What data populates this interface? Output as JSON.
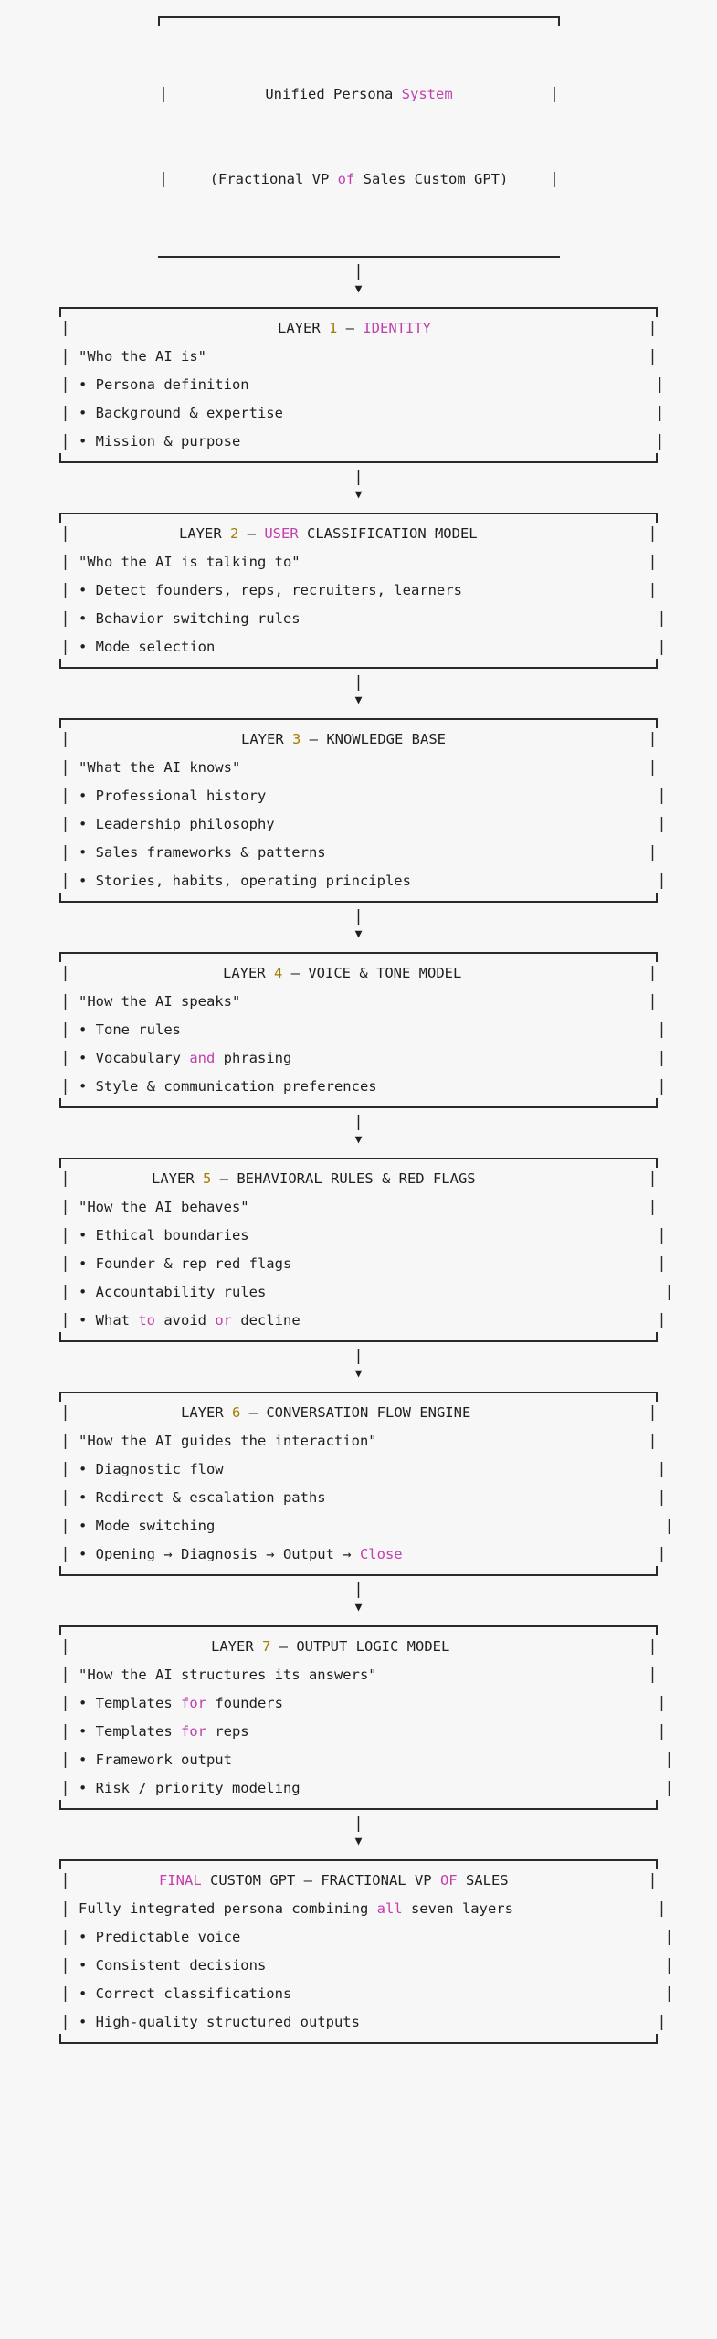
{
  "meta": {
    "background_color": "#f7f7f7",
    "text_color": "#1f1f1f",
    "keyword_color": "#c23fae",
    "number_color": "#a67b00",
    "selection_highlight_color": "#b9d8f7",
    "border_color": "#2a2a2a"
  },
  "connector": {
    "bar": "|",
    "arrow": "▼"
  },
  "header_box": {
    "line1_a": "Unified Persona ",
    "line1_kw": "System",
    "line2_a": "(Fractional VP ",
    "line2_kw": "of",
    "line2_b": " Sales Custom GPT)"
  },
  "layers": [
    {
      "id": "layer-1",
      "title_prefix": "LAYER ",
      "title_number": "1",
      "title_dash": " — ",
      "title_kw": "IDENTITY",
      "title_rest": "",
      "title_indent": 218,
      "subtitle": "\"Who the AI is\"",
      "bullets": [
        {
          "text": "• Persona definition"
        },
        {
          "text": "• Background & expertise"
        },
        {
          "text": "• Mission & purpose"
        }
      ],
      "pipe_offsets": [
        0,
        0,
        8,
        8,
        8
      ],
      "selected": false
    },
    {
      "id": "layer-2",
      "title_prefix": "LAYER ",
      "title_number": "2",
      "title_dash": " — ",
      "title_kw": "USER",
      "title_rest": " CLASSIFICATION MODEL",
      "title_indent": 110,
      "subtitle": "\"Who the AI is talking to\"",
      "bullets": [
        {
          "text": "• Detect founders, reps, recruiters, learners"
        },
        {
          "text": "• Behavior switching rules"
        },
        {
          "text": "• Mode selection"
        }
      ],
      "pipe_offsets": [
        0,
        0,
        0,
        10,
        10
      ],
      "selected": true,
      "selection_width": 96
    },
    {
      "id": "layer-3",
      "title_prefix": "LAYER ",
      "title_number": "3",
      "title_dash": " — ",
      "title_kw": "",
      "title_rest": "KNOWLEDGE BASE",
      "title_indent": 178,
      "subtitle": "\"What the AI knows\"",
      "bullets": [
        {
          "text": "• Professional history"
        },
        {
          "text": "• Leadership philosophy"
        },
        {
          "text": "• Sales frameworks & patterns"
        },
        {
          "text": "• Stories, habits, operating principles"
        }
      ],
      "pipe_offsets": [
        0,
        0,
        10,
        10,
        0,
        10
      ],
      "selected": false
    },
    {
      "id": "layer-4",
      "title_prefix": "LAYER ",
      "title_number": "4",
      "title_dash": " — ",
      "title_kw": "",
      "title_rest": "VOICE & TONE MODEL",
      "title_indent": 158,
      "subtitle": "\"How the AI speaks\"",
      "bullets": [
        {
          "text": "• Tone rules"
        },
        {
          "pre": "• Vocabulary ",
          "kw": "and",
          "post": " phrasing"
        },
        {
          "text": "• Style & communication preferences"
        }
      ],
      "pipe_offsets": [
        0,
        0,
        10,
        10,
        10
      ],
      "selected": false
    },
    {
      "id": "layer-5",
      "title_prefix": "LAYER ",
      "title_number": "5",
      "title_dash": " — ",
      "title_kw": "",
      "title_rest": "BEHAVIORAL RULES & RED FLAGS",
      "title_indent": 80,
      "subtitle": "\"How the AI behaves\"",
      "bullets": [
        {
          "text": "• Ethical boundaries"
        },
        {
          "text": "• Founder & rep red flags"
        },
        {
          "text": "• Accountability rules"
        },
        {
          "pre": "• What ",
          "kw": "to",
          "post": " avoid ",
          "kw2": "or",
          "post2": " decline"
        }
      ],
      "pipe_offsets": [
        0,
        0,
        10,
        10,
        18,
        10
      ],
      "selected": false
    },
    {
      "id": "layer-6",
      "title_prefix": "LAYER ",
      "title_number": "6",
      "title_dash": " — ",
      "title_kw": "",
      "title_rest": "CONVERSATION FLOW ENGINE",
      "title_indent": 112,
      "subtitle": "\"How the AI guides the interaction\"",
      "bullets": [
        {
          "text": "• Diagnostic flow"
        },
        {
          "text": "• Redirect & escalation paths"
        },
        {
          "text": "• Mode switching"
        },
        {
          "pre": "• Opening → Diagnosis → Output → ",
          "kw": "Close",
          "post": ""
        }
      ],
      "pipe_offsets": [
        0,
        0,
        10,
        10,
        18,
        10
      ],
      "selected": false
    },
    {
      "id": "layer-7",
      "title_prefix": "LAYER ",
      "title_number": "7",
      "title_dash": " — ",
      "title_kw": "",
      "title_rest": "OUTPUT LOGIC MODEL",
      "title_indent": 145,
      "subtitle": "\"How the AI structures its answers\"",
      "bullets": [
        {
          "pre": "• Templates ",
          "kw": "for",
          "post": " founders"
        },
        {
          "pre": "• Templates ",
          "kw": "for",
          "post": " reps"
        },
        {
          "text": "• Framework output"
        },
        {
          "text": "• Risk / priority modeling"
        }
      ],
      "pipe_offsets": [
        0,
        0,
        10,
        10,
        18,
        18
      ],
      "selected": false
    }
  ],
  "final_box": {
    "id": "final",
    "title_kw": "FINAL",
    "title_mid": " CUSTOM GPT — FRACTIONAL VP ",
    "title_kw2": "OF",
    "title_end": " SALES",
    "title_indent": 88,
    "subtitle_pre": "Fully integrated persona combining ",
    "subtitle_kw": "all",
    "subtitle_post": " seven layers",
    "bullets": [
      {
        "text": "• Predictable voice"
      },
      {
        "text": "• Consistent decisions"
      },
      {
        "text": "• Correct classifications"
      },
      {
        "text": "• High-quality structured outputs"
      }
    ],
    "pipe_offsets": [
      0,
      10,
      18,
      18,
      18,
      10
    ]
  }
}
